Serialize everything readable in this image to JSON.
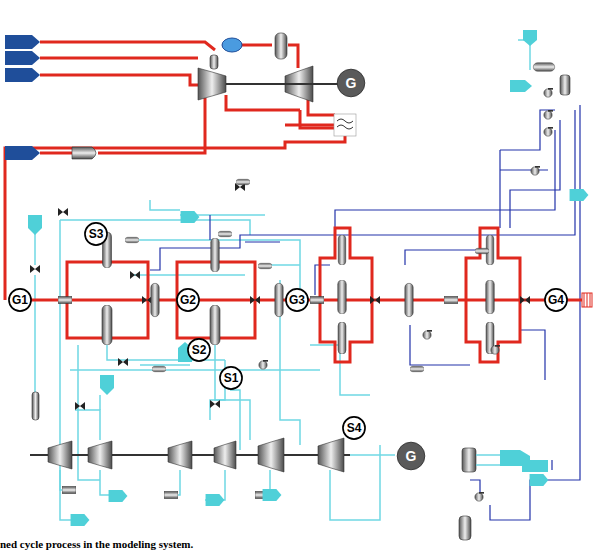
{
  "diagram": {
    "caption": "ned cycle process in the modeling system.",
    "nodes": [
      {
        "text": [
          "G"
        ]
      },
      {
        "text": [
          "G1"
        ]
      },
      {
        "text": [
          "S3"
        ]
      },
      {
        "text": [
          "G2"
        ]
      },
      {
        "text": [
          "G3"
        ]
      },
      {
        "text": [
          "S2"
        ]
      },
      {
        "text": [
          "S1"
        ]
      },
      {
        "text": [
          "G4"
        ]
      },
      {
        "text": [
          "S4"
        ]
      },
      {
        "text": [
          "G"
        ]
      }
    ]
  }
}
